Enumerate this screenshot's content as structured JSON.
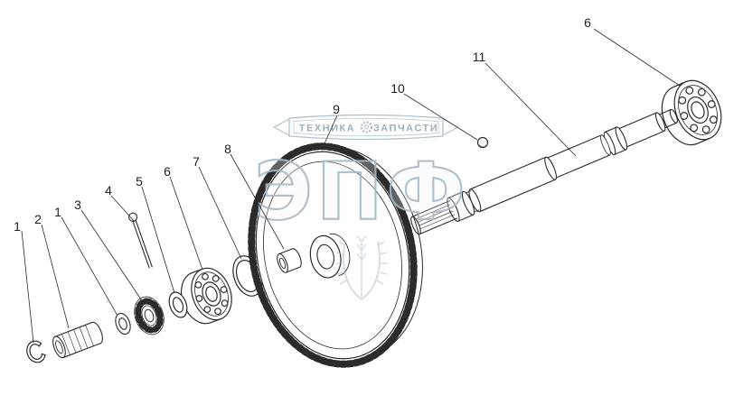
{
  "watermark": {
    "brand": "ЭПФ",
    "banner_left": "ТЕХНИКА",
    "banner_right": "ЗАПЧАСТИ"
  },
  "callouts": [
    "1",
    "2",
    "1",
    "3",
    "4",
    "5",
    "6",
    "7",
    "8",
    "9",
    "10",
    "11",
    "6"
  ],
  "colors": {
    "line": "#2b2b2b",
    "watermark": "#a9bac7",
    "background": "#ffffff"
  }
}
